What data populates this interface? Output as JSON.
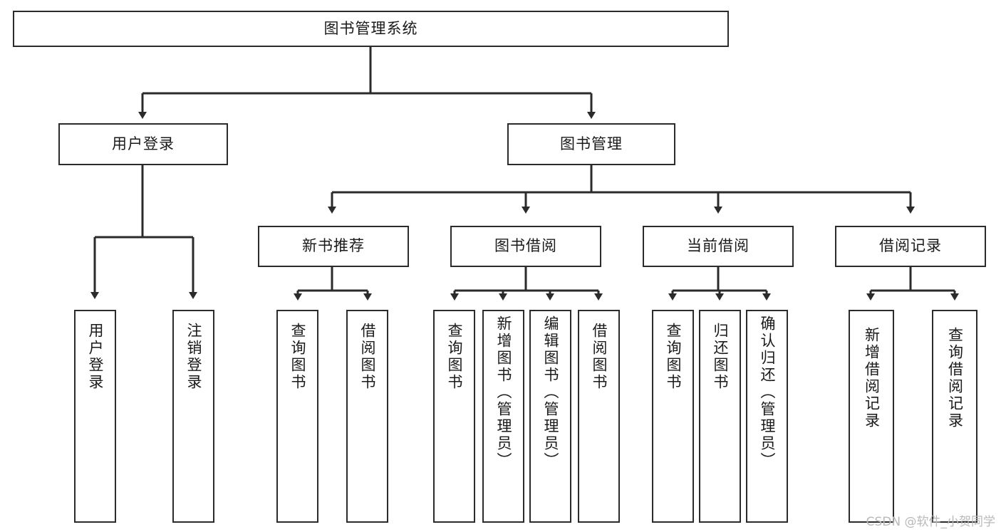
{
  "diagram": {
    "title": "图书管理系统",
    "type": "tree",
    "watermark": "CSDN @软件_小贺同学",
    "colors": {
      "box_border": "#2b2b2b",
      "box_fill": "#ffffff",
      "edge": "#2b2b2b",
      "background": "#ffffff",
      "watermark": "#b9b9b9"
    },
    "root": {
      "id": "root",
      "label": "图书管理系统"
    },
    "level1": [
      {
        "id": "user-login",
        "label": "用户登录"
      },
      {
        "id": "book-manage",
        "label": "图书管理"
      }
    ],
    "level2": [
      {
        "id": "new-book-recommend",
        "label": "新书推荐",
        "parent": "book-manage"
      },
      {
        "id": "book-borrow",
        "label": "图书借阅",
        "parent": "book-manage"
      },
      {
        "id": "current-borrow",
        "label": "当前借阅",
        "parent": "book-manage"
      },
      {
        "id": "borrow-record",
        "label": "借阅记录",
        "parent": "book-manage"
      }
    ],
    "leaves": [
      {
        "id": "leaf-user-login",
        "label": "用户登录",
        "parent": "user-login"
      },
      {
        "id": "leaf-user-logout",
        "label": "注销登录",
        "parent": "user-login"
      },
      {
        "id": "leaf-query-book-1",
        "label": "查询图书",
        "parent": "new-book-recommend"
      },
      {
        "id": "leaf-borrow-book-1",
        "label": "借阅图书",
        "parent": "new-book-recommend"
      },
      {
        "id": "leaf-query-book-2",
        "label": "查询图书",
        "parent": "book-borrow"
      },
      {
        "id": "leaf-add-book",
        "label": "新增图书（管理员）",
        "parent": "book-borrow"
      },
      {
        "id": "leaf-edit-book",
        "label": "编辑图书（管理员）",
        "parent": "book-borrow"
      },
      {
        "id": "leaf-borrow-book-2",
        "label": "借阅图书",
        "parent": "book-borrow"
      },
      {
        "id": "leaf-query-book-3",
        "label": "查询图书",
        "parent": "current-borrow"
      },
      {
        "id": "leaf-return-book",
        "label": "归还图书",
        "parent": "current-borrow"
      },
      {
        "id": "leaf-confirm-return",
        "label": "确认归还（管理员）",
        "parent": "current-borrow"
      },
      {
        "id": "leaf-add-record",
        "label": "新增借阅记录",
        "parent": "borrow-record"
      },
      {
        "id": "leaf-query-record",
        "label": "查询借阅记录",
        "parent": "borrow-record"
      }
    ]
  }
}
